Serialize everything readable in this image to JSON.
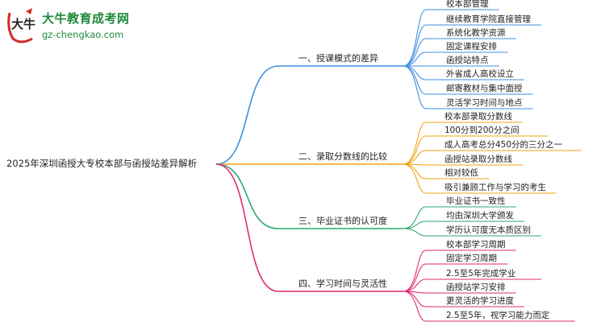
{
  "logo": {
    "title": "大牛教育成考网",
    "url": "gz-chengkao.com",
    "mark_text": "大牛",
    "colors": {
      "brand": "#1d8a3a",
      "accent": "#d62b2b"
    }
  },
  "mindmap": {
    "root": "2025年深圳函授大专校本部与函授站差异解析",
    "branches": [
      {
        "label": "一、授课模式的差异",
        "color": "#3f8fe0",
        "leaves": [
          "校本部管理",
          "继续教育学院直接管理",
          "系统化教学资源",
          "固定课程安排",
          "函授站特点",
          "外省成人高校设立",
          "邮寄教材与集中面授",
          "灵活学习时间与地点"
        ]
      },
      {
        "label": "二、录取分数线的比较",
        "color": "#f0a312",
        "leaves": [
          "校本部录取分数线",
          "100分到200分之间",
          "成人高考总分450分的三分之一",
          "函授站录取分数线",
          "相对较低",
          "吸引兼顾工作与学习的考生"
        ]
      },
      {
        "label": "三、毕业证书的认可度",
        "color": "#2aa86a",
        "leaves": [
          "毕业证书一致性",
          "均由深圳大学颁发",
          "学历认可度无本质区别"
        ]
      },
      {
        "label": "四、学习时间与灵活性",
        "color": "#e02a74",
        "leaves": [
          "校本部学习周期",
          "固定学习周期",
          "2.5至5年完成学业",
          "函授站学习安排",
          "更灵活的学习进度",
          "2.5至5年，视学习能力而定"
        ]
      }
    ]
  }
}
